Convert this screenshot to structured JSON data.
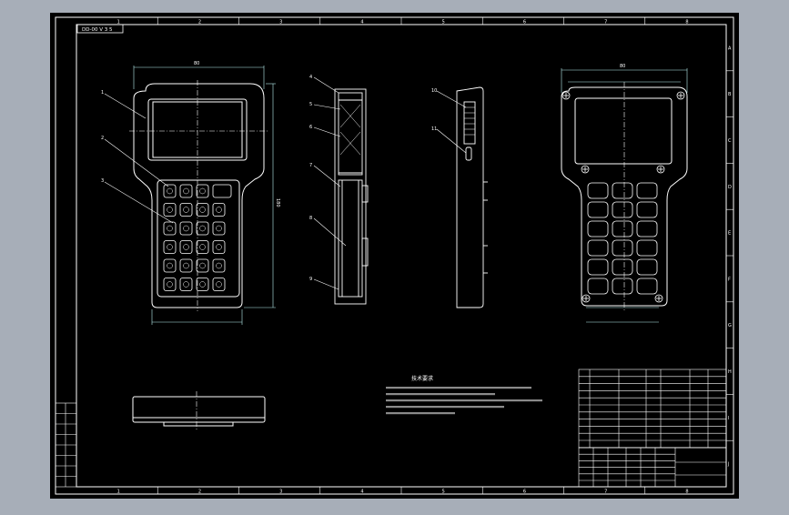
{
  "title_block": {
    "tag": "DD-00 V 3 5"
  },
  "frame": {
    "col_marks": [
      "1",
      "2",
      "3",
      "4",
      "5",
      "6",
      "7",
      "8"
    ],
    "row_marks": [
      "A",
      "B",
      "C",
      "D",
      "E",
      "F",
      "G",
      "H",
      "I",
      "J"
    ]
  },
  "callouts": [
    "1",
    "2",
    "3",
    "4",
    "5",
    "6",
    "7",
    "8",
    "9",
    "10",
    "11"
  ],
  "dimensions": {
    "front_width": "80",
    "front_height": "180",
    "rear_width": "80"
  },
  "notes": {
    "heading": "技术要求"
  },
  "colors": {
    "background": "#a7aeb8",
    "sheet": "#000000",
    "line": "#ffffff",
    "hidden": "#8a8a8a"
  }
}
